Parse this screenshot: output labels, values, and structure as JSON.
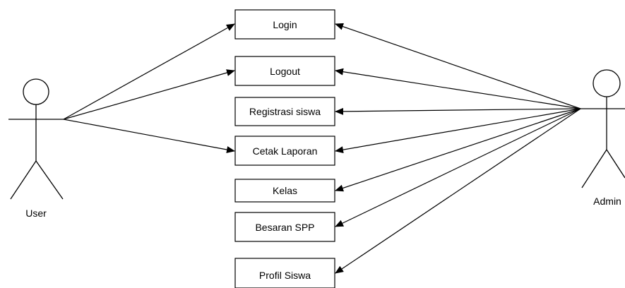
{
  "diagram": {
    "type": "use-case",
    "actors": [
      {
        "id": "user",
        "label": "User"
      },
      {
        "id": "admin",
        "label": "Admin"
      }
    ],
    "use_cases": [
      {
        "id": "login",
        "label": "Login"
      },
      {
        "id": "logout",
        "label": "Logout"
      },
      {
        "id": "registrasi",
        "label": "Registrasi siswa"
      },
      {
        "id": "cetak",
        "label": "Cetak Laporan"
      },
      {
        "id": "kelas",
        "label": "Kelas"
      },
      {
        "id": "besaran",
        "label": "Besaran SPP"
      },
      {
        "id": "profil",
        "label": "Profil Siswa"
      }
    ],
    "associations": [
      {
        "from": "user",
        "to": "login"
      },
      {
        "from": "user",
        "to": "logout"
      },
      {
        "from": "user",
        "to": "cetak"
      },
      {
        "from": "admin",
        "to": "login"
      },
      {
        "from": "admin",
        "to": "logout"
      },
      {
        "from": "admin",
        "to": "registrasi"
      },
      {
        "from": "admin",
        "to": "cetak"
      },
      {
        "from": "admin",
        "to": "kelas"
      },
      {
        "from": "admin",
        "to": "besaran"
      },
      {
        "from": "admin",
        "to": "profil"
      }
    ]
  }
}
